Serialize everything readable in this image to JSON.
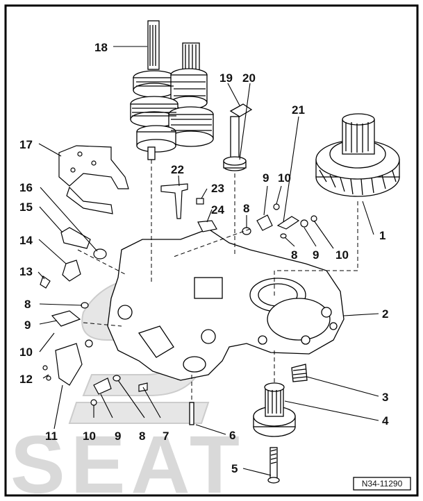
{
  "watermark": "SEAT",
  "reference": "N34-11290",
  "callouts": [
    {
      "id": "c1",
      "text": "1"
    },
    {
      "id": "c2",
      "text": "2"
    },
    {
      "id": "c3",
      "text": "3"
    },
    {
      "id": "c4",
      "text": "4"
    },
    {
      "id": "c5",
      "text": "5"
    },
    {
      "id": "c6",
      "text": "6"
    },
    {
      "id": "c7",
      "text": "7"
    },
    {
      "id": "c8a",
      "text": "8"
    },
    {
      "id": "c9a",
      "text": "9"
    },
    {
      "id": "c10a",
      "text": "10"
    },
    {
      "id": "c11",
      "text": "11"
    },
    {
      "id": "c12",
      "text": "12"
    },
    {
      "id": "c10b",
      "text": "10"
    },
    {
      "id": "c9b",
      "text": "9"
    },
    {
      "id": "c8b",
      "text": "8"
    },
    {
      "id": "c13",
      "text": "13"
    },
    {
      "id": "c14",
      "text": "14"
    },
    {
      "id": "c15",
      "text": "15"
    },
    {
      "id": "c16",
      "text": "16"
    },
    {
      "id": "c17",
      "text": "17"
    },
    {
      "id": "c18",
      "text": "18"
    },
    {
      "id": "c19",
      "text": "19"
    },
    {
      "id": "c20",
      "text": "20"
    },
    {
      "id": "c21",
      "text": "21"
    },
    {
      "id": "c22",
      "text": "22"
    },
    {
      "id": "c23",
      "text": "23"
    },
    {
      "id": "c24",
      "text": "24"
    },
    {
      "id": "c8c",
      "text": "8"
    },
    {
      "id": "c9c",
      "text": "9"
    },
    {
      "id": "c10c",
      "text": "10"
    },
    {
      "id": "c8d",
      "text": "8"
    },
    {
      "id": "c9d",
      "text": "9"
    },
    {
      "id": "c10d",
      "text": "10"
    }
  ]
}
